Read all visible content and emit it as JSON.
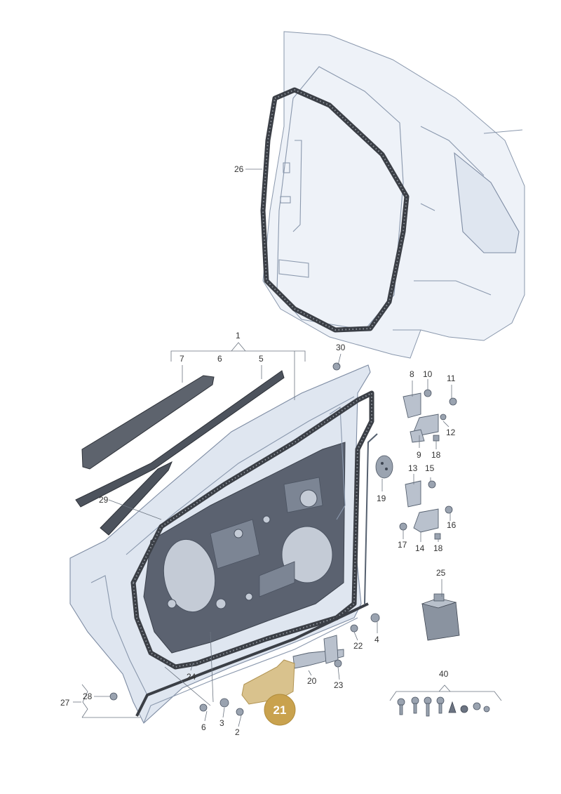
{
  "diagram": {
    "highlight_color": "#c9a24e",
    "highlighted_part": "21",
    "callouts": {
      "c1": "1",
      "c2": "2",
      "c3": "3",
      "c4": "4",
      "c5": "5",
      "c6a": "6",
      "c6b": "6",
      "c7": "7",
      "c8": "8",
      "c9": "9",
      "c10": "10",
      "c11": "11",
      "c12": "12",
      "c13": "13",
      "c14": "14",
      "c15": "15",
      "c16": "16",
      "c17": "17",
      "c18a": "18",
      "c18b": "18",
      "c19": "19",
      "c20": "20",
      "c21": "21",
      "c22": "22",
      "c23": "23",
      "c24": "24",
      "c25": "25",
      "c26": "26",
      "c27": "27",
      "c28": "28",
      "c29": "29",
      "c30": "30",
      "c40": "40"
    }
  }
}
